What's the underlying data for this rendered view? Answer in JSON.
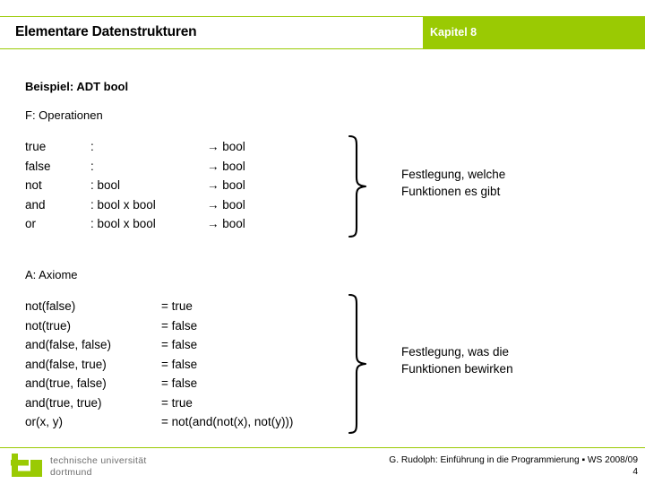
{
  "header": {
    "title": "Elementare Datenstrukturen",
    "chapter": "Kapitel 8",
    "accent_color": "#9ACA03"
  },
  "content": {
    "example_heading": "Beispiel: ADT bool",
    "operations_heading": "F: Operationen",
    "axioms_heading": "A: Axiome",
    "operations": [
      {
        "name": "true",
        "signature": ":",
        "arrow": "→ bool"
      },
      {
        "name": "false",
        "signature": ":",
        "arrow": "→ bool"
      },
      {
        "name": "not",
        "signature": ": bool",
        "arrow": "→ bool"
      },
      {
        "name": "and",
        "signature": ": bool  x  bool",
        "arrow": "→ bool"
      },
      {
        "name": "or",
        "signature": ": bool  x  bool",
        "arrow": "→ bool"
      }
    ],
    "axioms": [
      {
        "lhs": "not(false)",
        "rhs": "= true"
      },
      {
        "lhs": "not(true)",
        "rhs": "= false"
      },
      {
        "lhs": "and(false, false)",
        "rhs": "= false"
      },
      {
        "lhs": "and(false, true)",
        "rhs": "= false"
      },
      {
        "lhs": "and(true, false)",
        "rhs": "= false"
      },
      {
        "lhs": "and(true, true)",
        "rhs": "= true"
      },
      {
        "lhs": "or(x, y)",
        "rhs": "= not(and(not(x), not(y)))"
      }
    ],
    "annotation_operations_line1": "Festlegung, welche",
    "annotation_operations_line2": "Funktionen es gibt",
    "annotation_axioms_line1": "Festlegung, was die",
    "annotation_axioms_line2": "Funktionen bewirken"
  },
  "footer": {
    "logo_mark": "tu",
    "logo_line1": "technische universität",
    "logo_line2": "dortmund",
    "citation": "G. Rudolph: Einführung in die Programmierung ▪ WS 2008/09",
    "page_number": "4",
    "logo_color": "#9ACA03",
    "logo_text_color": "#6E6E6E"
  }
}
